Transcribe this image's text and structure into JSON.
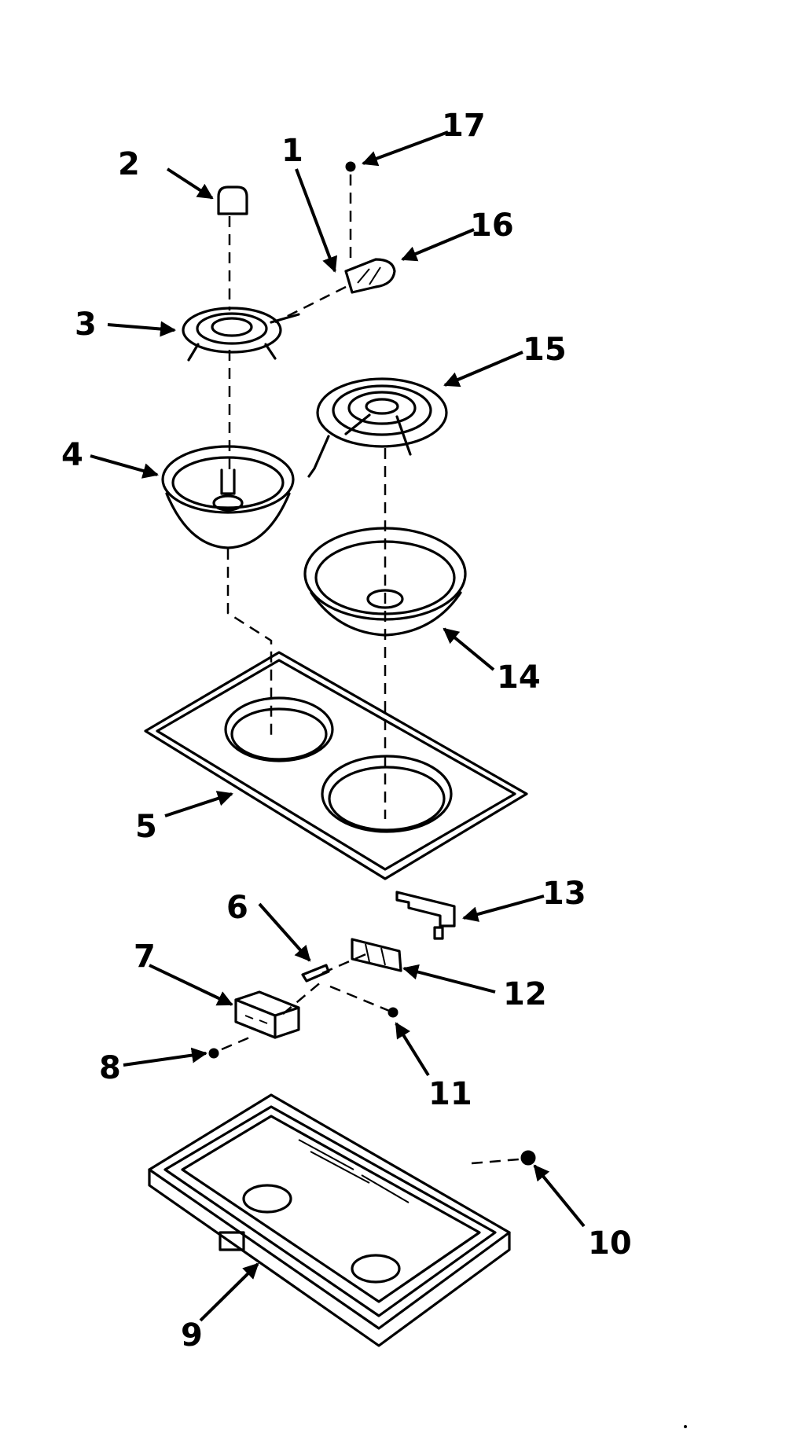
{
  "callouts": [
    {
      "id": "1",
      "label": "1"
    },
    {
      "id": "2",
      "label": "2"
    },
    {
      "id": "3",
      "label": "3"
    },
    {
      "id": "4",
      "label": "4"
    },
    {
      "id": "5",
      "label": "5"
    },
    {
      "id": "6",
      "label": "6"
    },
    {
      "id": "7",
      "label": "7"
    },
    {
      "id": "8",
      "label": "8"
    },
    {
      "id": "9",
      "label": "9"
    },
    {
      "id": "10",
      "label": "10"
    },
    {
      "id": "11",
      "label": "11"
    },
    {
      "id": "12",
      "label": "12"
    },
    {
      "id": "13",
      "label": "13"
    },
    {
      "id": "14",
      "label": "14"
    },
    {
      "id": "15",
      "label": "15"
    },
    {
      "id": "16",
      "label": "16"
    },
    {
      "id": "17",
      "label": "17"
    }
  ],
  "colors": {
    "ink": "#000000",
    "background": "#ffffff"
  }
}
